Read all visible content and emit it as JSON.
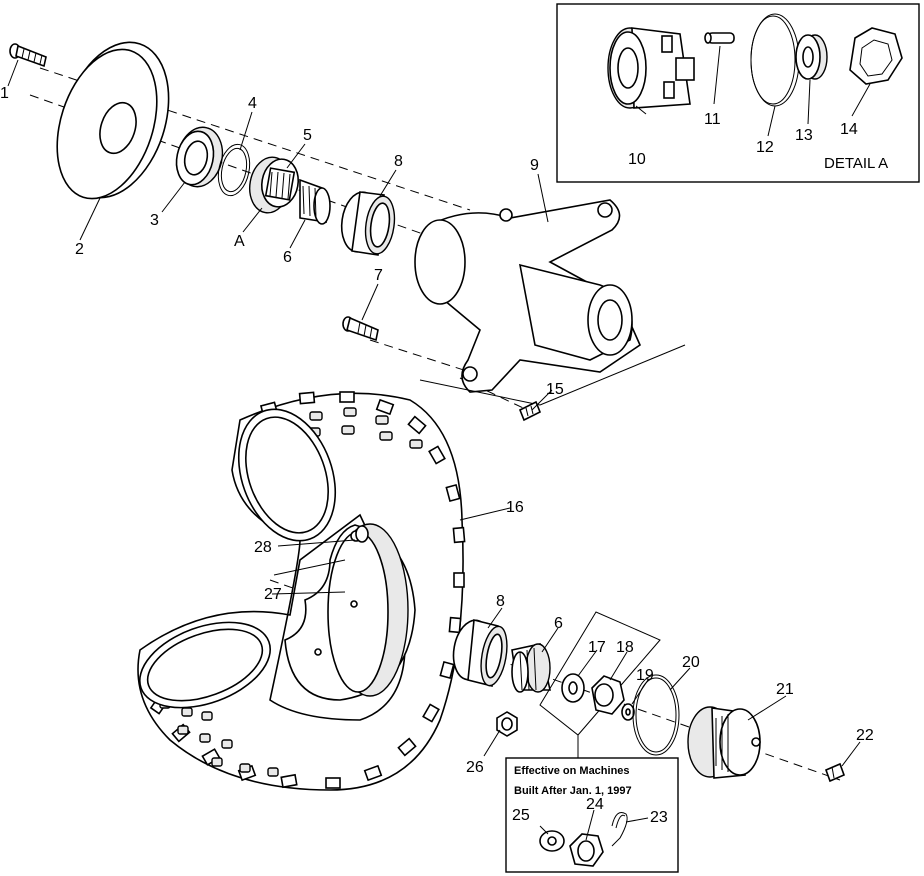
{
  "callouts": {
    "c1": "1",
    "c2": "2",
    "c3": "3",
    "c4": "4",
    "c5": "5",
    "cA": "A",
    "c6a": "6",
    "c7": "7",
    "c8a": "8",
    "c9": "9",
    "c10": "10",
    "c11": "11",
    "c12": "12",
    "c13": "13",
    "c14": "14",
    "c15": "15",
    "c16": "16",
    "c17": "17",
    "c18": "18",
    "c19": "19",
    "c20": "20",
    "c21": "21",
    "c22": "22",
    "c23": "23",
    "c24": "24",
    "c25": "25",
    "c26": "26",
    "c27": "27",
    "c28": "28",
    "c8b": "8",
    "c6b": "6"
  },
  "detail": {
    "title": "DETAIL A"
  },
  "note": {
    "line1": "Effective on Machines",
    "line2": "Built After Jan. 1, 1997"
  }
}
